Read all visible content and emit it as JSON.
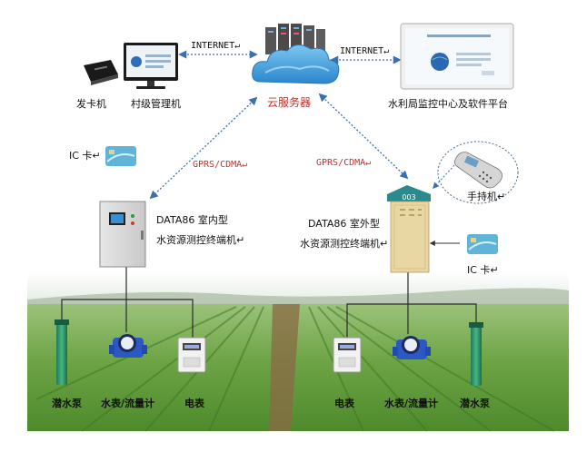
{
  "links": {
    "internet_left": "INTERNET↵",
    "internet_right": "INTERNET↵",
    "gprs_left": "GPRS/CDMA↵",
    "gprs_right": "GPRS/CDMA↵"
  },
  "nodes": {
    "card_machine": "发卡机",
    "village_pc": "村级管理机",
    "cloud_server": "云服务器",
    "bureau": "水利局监控中心及软件平台",
    "ic_card_left": "IC 卡↵",
    "ic_card_right": "IC 卡↵",
    "handheld": "手持机↵",
    "indoor_title": "DATA86 室内型",
    "indoor_sub": "水资源测控终端机↵",
    "outdoor_title": "DATA86 室外型",
    "outdoor_sub": "水资源测控终端机↵",
    "outdoor_badge": "003"
  },
  "devices_left": {
    "pump": "潜水泵",
    "flowmeter": "水表/流量计",
    "meter": "电表"
  },
  "devices_right": {
    "meter": "电表",
    "flowmeter": "水表/流量计",
    "pump": "潜水泵"
  },
  "colors": {
    "arrow": "#3a6fb0",
    "label_red": "#c0302a",
    "field_green": "#5d9a3a",
    "sky": "#dfe9e0"
  }
}
